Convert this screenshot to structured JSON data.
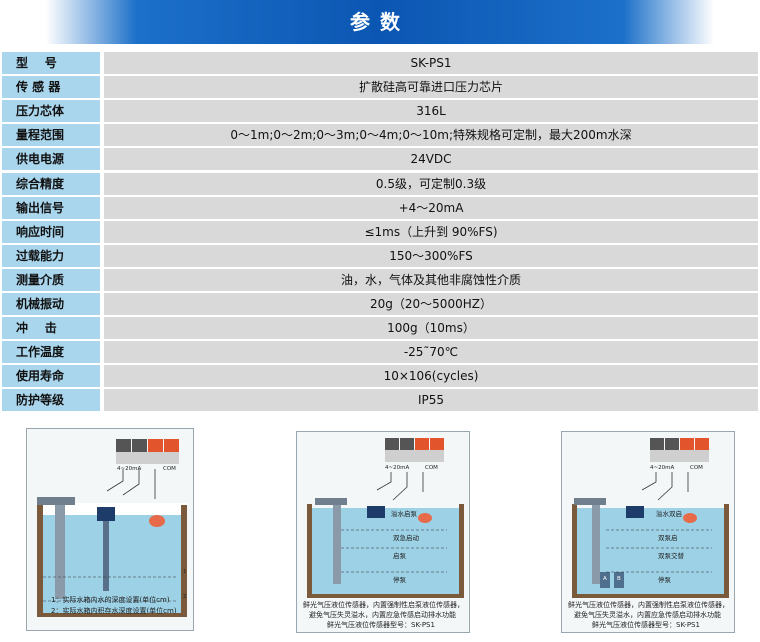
{
  "header": {
    "title": "参数"
  },
  "specs": [
    {
      "label": "型    号",
      "value": "SK-PS1"
    },
    {
      "label": "传 感 器",
      "value": "扩散硅高可靠进口压力芯片"
    },
    {
      "label": "压力芯体",
      "value": "316L"
    },
    {
      "label": "量程范围",
      "value": "0～1m;0～2m;0～3m;0～4m;0～10m;特殊规格可定制，最大200m水深"
    },
    {
      "label": "供电电源",
      "value": "24VDC"
    },
    {
      "label": "综合精度",
      "value": "0.5级，可定制0.3级"
    },
    {
      "label": "输出信号",
      "value": "+4～20mA"
    },
    {
      "label": "响应时间",
      "value": "≤1ms（上升到 90%FS)"
    },
    {
      "label": "过载能力",
      "value": "150～300%FS"
    },
    {
      "label": "测量介质",
      "value": "油，水，气体及其他非腐蚀性介质"
    },
    {
      "label": "机械振动",
      "value": "20g（20～5000HZ）"
    },
    {
      "label": "冲    击",
      "value": "100g（10ms）"
    },
    {
      "label": "工作温度",
      "value": "-25˜70℃"
    },
    {
      "label": "使用寿命",
      "value": "10×106(cycles)"
    },
    {
      "label": "防护等级",
      "value": "IP55"
    }
  ],
  "diagrams": {
    "left": {
      "signal_label": "4~20mA",
      "com_label": "COM",
      "note1": "1：实际水箱内水的深度设置(单位cm)",
      "note2": "2：实际水箱内积存水深度设置(单位cm)",
      "mark1": "1",
      "mark2": "2"
    },
    "middle": {
      "signal_label": "4~20mA",
      "com_label": "COM",
      "levels": [
        "溢水启泵",
        "双急启动",
        "启泵",
        "停泵"
      ],
      "caption1": "鲜光气压液位传感器，内置强制性启泵液位传感器，",
      "caption2": "避免气压失灵溢水，内置应急传感启动排水功能",
      "caption3": "鲜光气压液位传感器型号：SK-PS1"
    },
    "right": {
      "signal_label": "4~20mA",
      "com_label": "COM",
      "levels": [
        "溢水双启",
        "双泵启",
        "双泵交替",
        "停泵"
      ],
      "pump_a": "A",
      "pump_b": "B",
      "caption1": "鲜光气压液位传感器，内置强制性启泵液位传感器，",
      "caption2": "避免气压失灵溢水，内置应急传感启动排水功能",
      "caption3": "鲜光气压液位传感器型号：SK-PS1"
    }
  },
  "colors": {
    "banner": "#0b56b2",
    "label_cell": "#a9d6ed",
    "value_cell": "#d9d9d9",
    "water": "#9cd1e6"
  }
}
